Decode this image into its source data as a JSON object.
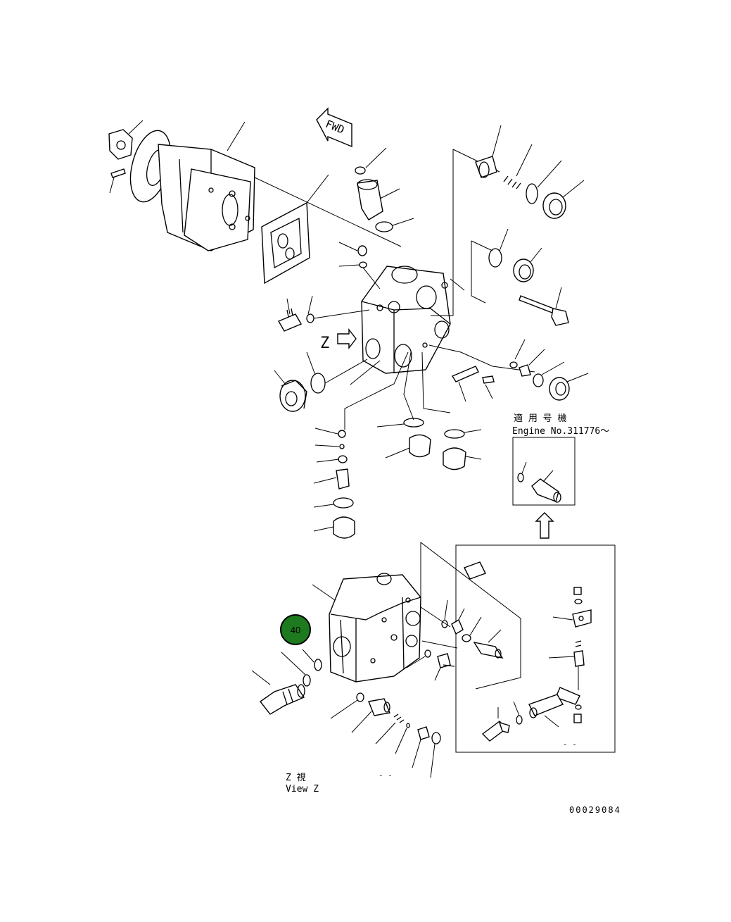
{
  "fwd_label": "FWD",
  "view_marker": "Z",
  "engine_note": {
    "line1": "適 用 号 機",
    "line2": "Engine No.311776～"
  },
  "view_caption": {
    "line1": "Z 視",
    "line2": "View Z"
  },
  "dash_label": "- -",
  "drawing_number": "00029084",
  "callout": {
    "label": "40",
    "color": "#1e7a1e"
  }
}
